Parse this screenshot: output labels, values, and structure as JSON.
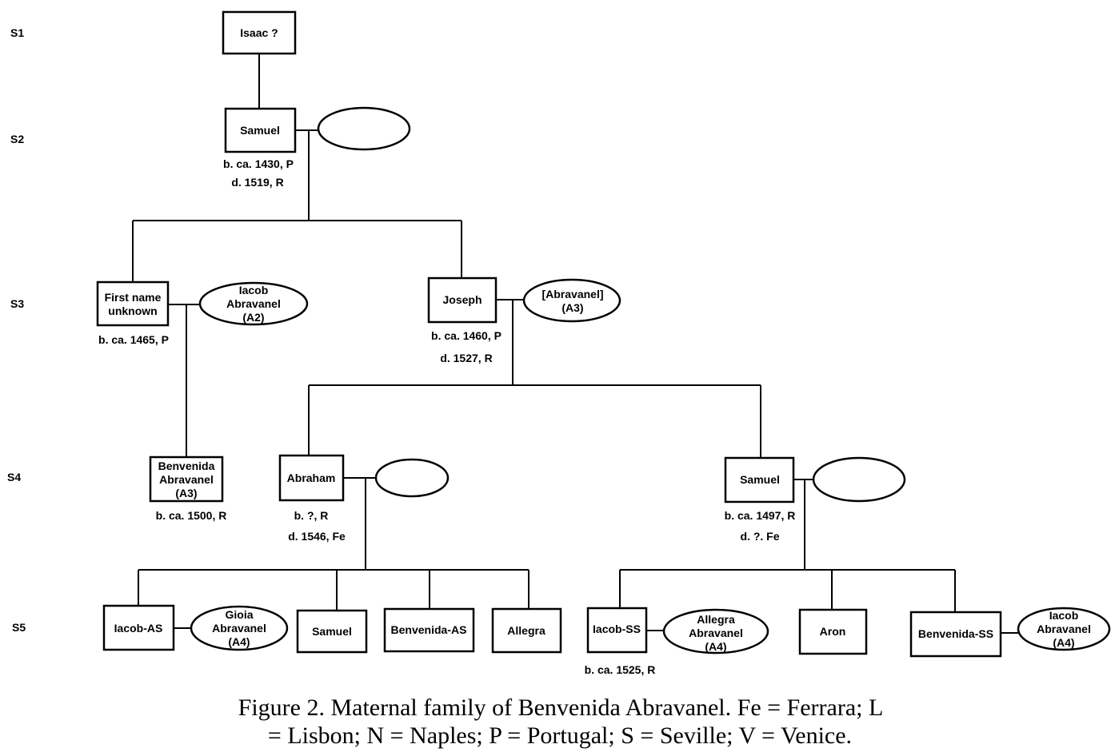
{
  "generations": [
    "S1",
    "S2",
    "S3",
    "S4",
    "S5"
  ],
  "people": {
    "isaac": [
      "Isaac ?"
    ],
    "samuel_s2": [
      "Samuel"
    ],
    "samuel_s2_spouse": [],
    "first_name_unknown": [
      "First name",
      "unknown"
    ],
    "iacob_a2": [
      "Iacob",
      "Abravanel",
      "(A2)"
    ],
    "joseph": [
      "Joseph"
    ],
    "abravanel_a3": [
      "[Abravanel]",
      "(A3)"
    ],
    "benvenida_a3": [
      "Benvenida",
      "Abravanel",
      "(A3)"
    ],
    "abraham": [
      "Abraham"
    ],
    "abraham_spouse": [],
    "samuel_s4": [
      "Samuel"
    ],
    "samuel_s4_spouse": [],
    "iacob_as": [
      "Iacob-AS"
    ],
    "gioia_a4": [
      "Gioia",
      "Abravanel",
      "(A4)"
    ],
    "samuel_s5": [
      "Samuel"
    ],
    "benvenida_as": [
      "Benvenida-AS"
    ],
    "allegra": [
      "Allegra"
    ],
    "iacob_ss": [
      "Iacob-SS"
    ],
    "allegra_a4": [
      "Allegra",
      "Abravanel",
      "(A4)"
    ],
    "aron": [
      "Aron"
    ],
    "benvenida_ss": [
      "Benvenida-SS"
    ],
    "iacob_a4": [
      "Iacob",
      "Abravanel",
      "(A4)"
    ]
  },
  "dates": {
    "samuel_s2": [
      "b.  ca. 1430, P",
      "d. 1519, R"
    ],
    "first_name_unknown": [
      "b. ca. 1465, P"
    ],
    "joseph": [
      "b. ca. 1460, P",
      "d. 1527, R"
    ],
    "benvenida_a3": [
      "b. ca. 1500, R"
    ],
    "abraham": [
      "b. ?, R",
      "d. 1546, Fe"
    ],
    "samuel_s4": [
      "b. ca. 1497, R",
      "d. ?. Fe"
    ],
    "iacob_ss": [
      "b. ca. 1525, R"
    ]
  },
  "caption": [
    "Figure 2. Maternal family of Benvenida Abravanel. Fe = Ferrara; L",
    "= Lisbon; N = Naples; P = Portugal; S = Seville; V = Venice."
  ]
}
